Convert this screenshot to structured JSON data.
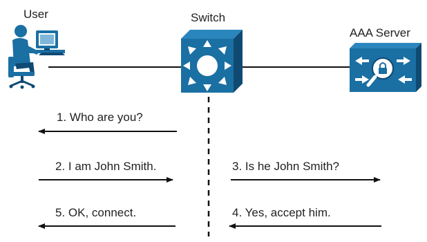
{
  "nodes": {
    "user": {
      "label": "User",
      "icon": "user-at-computer-icon"
    },
    "switch": {
      "label": "Switch",
      "icon": "switch-icon"
    },
    "server": {
      "label": "AAA Server",
      "icon": "aaa-server-icon"
    }
  },
  "messages": [
    {
      "text": "1. Who are you?",
      "direction": "to-user"
    },
    {
      "text": "2. I am John Smith.",
      "direction": "to-switch"
    },
    {
      "text": "3. Is he John Smith?",
      "direction": "to-server"
    },
    {
      "text": "4. Yes, accept him.",
      "direction": "to-switch"
    },
    {
      "text": "5. OK, connect.",
      "direction": "to-user"
    }
  ],
  "colors": {
    "icon_blue": "#1a6fa3",
    "icon_dark": "#0f4a73",
    "line": "#111111"
  }
}
